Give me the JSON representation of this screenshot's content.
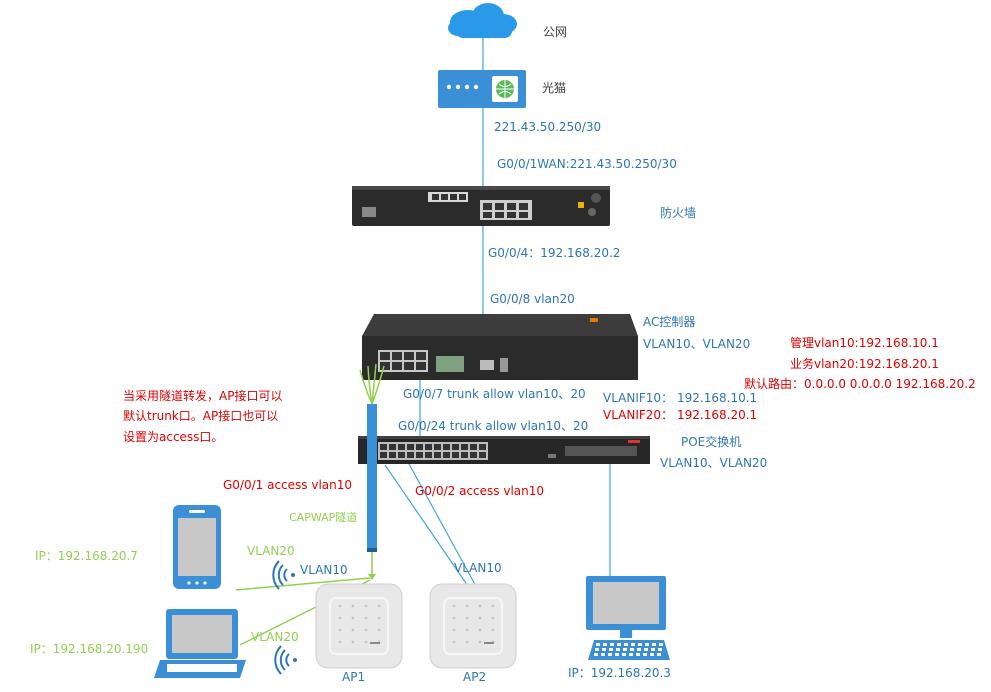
{
  "nodes": {
    "internet": "公网",
    "modem": "光猫",
    "firewall": "防火墙",
    "ac_controller": "AC控制器",
    "ac_vlans": "VLAN10、VLAN20",
    "poe_switch": "POE交换机",
    "poe_vlans": "VLAN10、VLAN20",
    "ap1": "AP1",
    "ap2": "AP2"
  },
  "links": {
    "modem_ip": "221.43.50.250/30",
    "fw_wan": "G0/0/1WAN:221.43.50.250/30",
    "fw_g004": "G0/0/4：192.168.20.2",
    "ac_g008": "G0/0/8 vlan20",
    "ac_g007": "G0/0/7  trunk allow vlan10、20",
    "sw_g0024": "G0/0/24  trunk allow vlan10、20",
    "sw_g001": "G0/0/1 access vlan10",
    "sw_g002": "G0/0/2 access vlan10",
    "capwap": "CAPWAP隧道",
    "vlan10_ap1": "VLAN10",
    "vlan10_ap2": "VLAN10"
  },
  "ac_config": {
    "mgmt": "管理vlan10:192.168.10.1",
    "service": "业务vlan20:192.168.20.1",
    "route": "默认路由：0.0.0.0 0.0.0.0 192.168.20.2"
  },
  "vlanif": {
    "vlanif10_label": "VLANIF10：",
    "vlanif10_ip": "192.168.10.1",
    "vlanif20_label": "VLANIF20：",
    "vlanif20_ip": "192.168.20.1"
  },
  "note": {
    "line1": "当采用隧道转发，AP接口可以",
    "line2": "默认trunk口。AP接口也可以",
    "line3": "设置为access口。"
  },
  "clients": {
    "phone_ip": "IP：192.168.20.7",
    "phone_vlan": "VLAN20",
    "laptop_ip": "IP：192.168.20.190",
    "laptop_vlan": "VLAN20",
    "pc_ip": "IP：192.168.20.3"
  },
  "colors": {
    "label_blue": "#2e75b6",
    "link_blue": "#41a5e1",
    "config_red": "#e00000",
    "wifi_green": "#92d050",
    "device_dark": "#262626",
    "device_blue": "#3a8fd6"
  }
}
